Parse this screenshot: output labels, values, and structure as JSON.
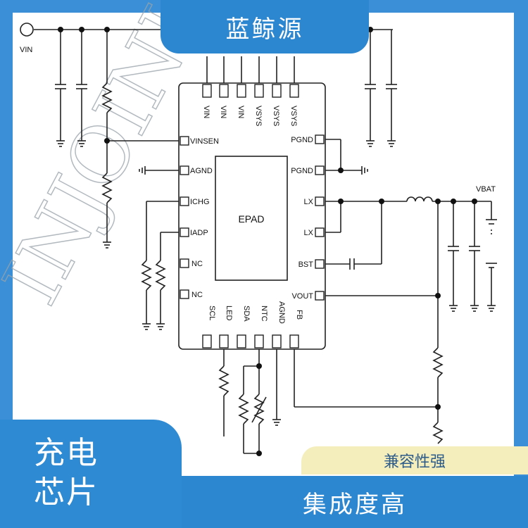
{
  "brand": "蓝鲸源",
  "badge_left": {
    "line1": "充电",
    "line2": "芯片"
  },
  "tag_top": "兼容性强",
  "tag_bottom": "集成度高",
  "watermark": "INJOINIC",
  "colors": {
    "frame_blue": "#3a8fd6",
    "banner_blue": "#2d86d0",
    "tag_yellow": "#f4eebc"
  },
  "schematic": {
    "epad_label": "EPAD",
    "top_pins": [
      "VIN",
      "VIN",
      "VIN",
      "VSYS",
      "VSYS",
      "VSYS"
    ],
    "left_pins": [
      "VINSEN",
      "AGND",
      "ICHG",
      "IADP",
      "NC",
      "NC"
    ],
    "right_pins": [
      "PGND",
      "PGND",
      "LX",
      "LX",
      "BST",
      "VOUT"
    ],
    "bottom_pins": [
      "SCL",
      "LED",
      "SDA",
      "NTC",
      "AGND",
      "FB"
    ],
    "vin_label": "VIN",
    "vbat_label": "VBAT"
  }
}
